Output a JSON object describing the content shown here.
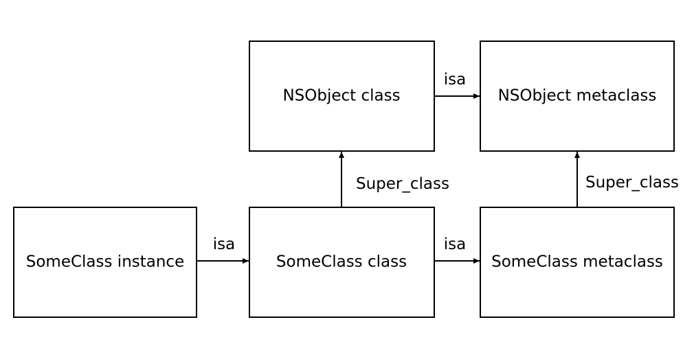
{
  "nodes": {
    "someclass_instance": "SomeClass instance",
    "someclass_class": "SomeClass class",
    "someclass_metaclass": "SomeClass metaclass",
    "nsobject_class": "NSObject class",
    "nsobject_metaclass": "NSObject metaclass"
  },
  "edges": {
    "instance_to_class": "isa",
    "class_to_metaclass": "isa",
    "nsobject_class_to_metaclass": "isa",
    "someclass_superclass": "Super_class",
    "metaclass_superclass": "Super_class"
  }
}
